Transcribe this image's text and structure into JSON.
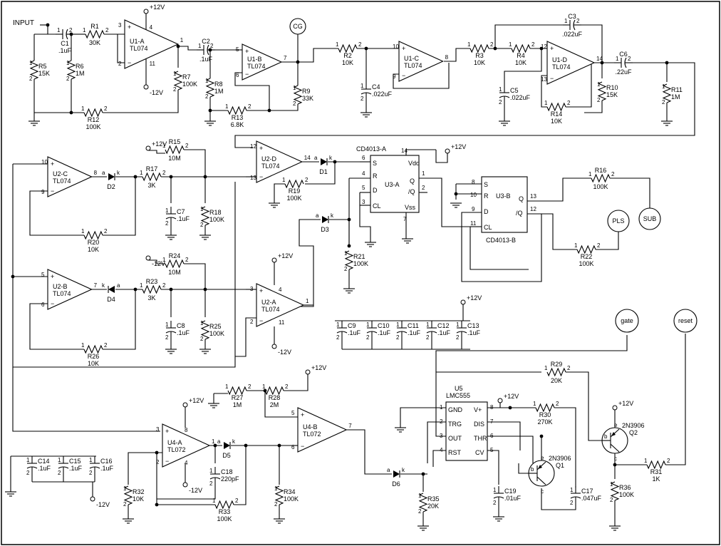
{
  "input_label": "INPUT",
  "supply": {
    "pos": "+12V",
    "neg": "-12V"
  },
  "ic": {
    "tl074": "TL074",
    "tl072": "TL072",
    "cd4013": "CD4013-A",
    "cd4013b": "CD4013-B",
    "u5": "U5",
    "lmc555": "LMC555"
  },
  "opamps": {
    "u1a": "U1-A",
    "u1b": "U1-B",
    "u1c": "U1-C",
    "u1d": "U1-D",
    "u2a": "U2-A",
    "u2b": "U2-B",
    "u2c": "U2-C",
    "u2d": "U2-D",
    "u4a": "U4-A",
    "u4b": "U4-B"
  },
  "flipflops": {
    "u3a": "U3-A",
    "u3b": "U3-B",
    "pins": {
      "s": "S",
      "r": "R",
      "d": "D",
      "cl": "CL",
      "q": "Q",
      "qn": "/Q",
      "vdd": "Vdd",
      "vss": "Vss"
    }
  },
  "timer_pins": {
    "gnd": "GND",
    "vplus": "V+",
    "trg": "TRG",
    "dis": "DIS",
    "out": "OUT",
    "thr": "THR",
    "rst": "RST",
    "cv": "CV"
  },
  "connectors": {
    "cg": "CG",
    "pls": "PLS",
    "sub": "SUB",
    "gate": "gate",
    "reset": "reset"
  },
  "resistors": [
    {
      "ref": "R1",
      "val": "30K"
    },
    {
      "ref": "R2",
      "val": "10K"
    },
    {
      "ref": "R3",
      "val": "10K"
    },
    {
      "ref": "R4",
      "val": "10K"
    },
    {
      "ref": "R5",
      "val": "15K"
    },
    {
      "ref": "R6",
      "val": "1M"
    },
    {
      "ref": "R7",
      "val": "100K"
    },
    {
      "ref": "R8",
      "val": "1M"
    },
    {
      "ref": "R9",
      "val": "33K"
    },
    {
      "ref": "R10",
      "val": "15K"
    },
    {
      "ref": "R11",
      "val": "1M"
    },
    {
      "ref": "R12",
      "val": "100K"
    },
    {
      "ref": "R13",
      "val": "6.8K"
    },
    {
      "ref": "R14",
      "val": "10K"
    },
    {
      "ref": "R15",
      "val": "10M"
    },
    {
      "ref": "R16",
      "val": "100K"
    },
    {
      "ref": "R17",
      "val": "3K"
    },
    {
      "ref": "R18",
      "val": "100K"
    },
    {
      "ref": "R19",
      "val": "100K"
    },
    {
      "ref": "R20",
      "val": "10K"
    },
    {
      "ref": "R21",
      "val": "100K"
    },
    {
      "ref": "R22",
      "val": "100K"
    },
    {
      "ref": "R23",
      "val": "3K"
    },
    {
      "ref": "R24",
      "val": "10M"
    },
    {
      "ref": "R25",
      "val": "100K"
    },
    {
      "ref": "R26",
      "val": "10K"
    },
    {
      "ref": "R27",
      "val": "1M"
    },
    {
      "ref": "R28",
      "val": "2M"
    },
    {
      "ref": "R29",
      "val": "20K"
    },
    {
      "ref": "R30",
      "val": "270K"
    },
    {
      "ref": "R31",
      "val": "1K"
    },
    {
      "ref": "R32",
      "val": "10K"
    },
    {
      "ref": "R33",
      "val": "100K"
    },
    {
      "ref": "R34",
      "val": "100K"
    },
    {
      "ref": "R35",
      "val": "20K"
    },
    {
      "ref": "R36",
      "val": "100K"
    }
  ],
  "capacitors": [
    {
      "ref": "C1",
      "val": ".1uF"
    },
    {
      "ref": "C2",
      "val": ".1uF"
    },
    {
      "ref": "C3",
      "val": ".022uF"
    },
    {
      "ref": "C4",
      "val": ".022uF"
    },
    {
      "ref": "C5",
      "val": ".022uF"
    },
    {
      "ref": "C6",
      "val": ".22uF"
    },
    {
      "ref": "C7",
      "val": ".1uF"
    },
    {
      "ref": "C8",
      "val": ".1uF"
    },
    {
      "ref": "C9",
      "val": ".1uF"
    },
    {
      "ref": "C10",
      "val": ".1uF"
    },
    {
      "ref": "C11",
      "val": ".1uF"
    },
    {
      "ref": "C12",
      "val": ".1uF"
    },
    {
      "ref": "C13",
      "val": ".1uF"
    },
    {
      "ref": "C14",
      "val": ".1uF"
    },
    {
      "ref": "C15",
      "val": ".1uF"
    },
    {
      "ref": "C16",
      "val": ".1uF"
    },
    {
      "ref": "C17",
      "val": ".047uF"
    },
    {
      "ref": "C18",
      "val": "220pF"
    },
    {
      "ref": "C19",
      "val": ".01uF"
    }
  ],
  "diodes": [
    "D1",
    "D2",
    "D3",
    "D4",
    "D5",
    "D6"
  ],
  "transistors": [
    {
      "ref": "Q1",
      "type": "2N3906"
    },
    {
      "ref": "Q2",
      "type": "2N3906"
    }
  ]
}
